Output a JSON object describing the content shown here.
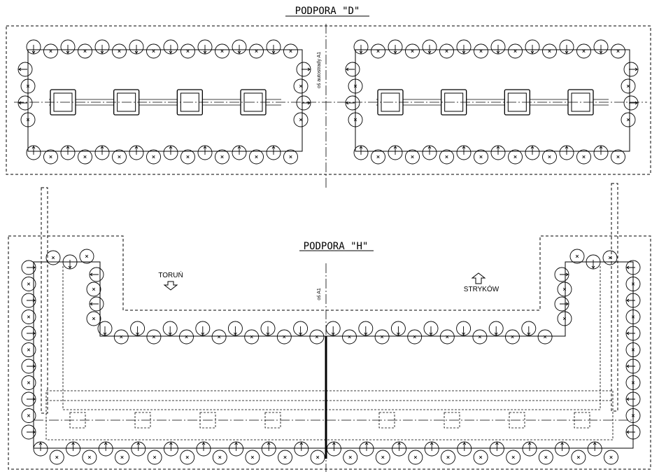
{
  "drawing": {
    "title_top": "PODPORA \"D\"",
    "title_bottom": "PODPORA \"H\"",
    "axis_label_top": "oś autostrady A1",
    "axis_label_bottom": "oś A1",
    "direction_left": "TORUŃ",
    "direction_right": "STRYKÓW"
  }
}
